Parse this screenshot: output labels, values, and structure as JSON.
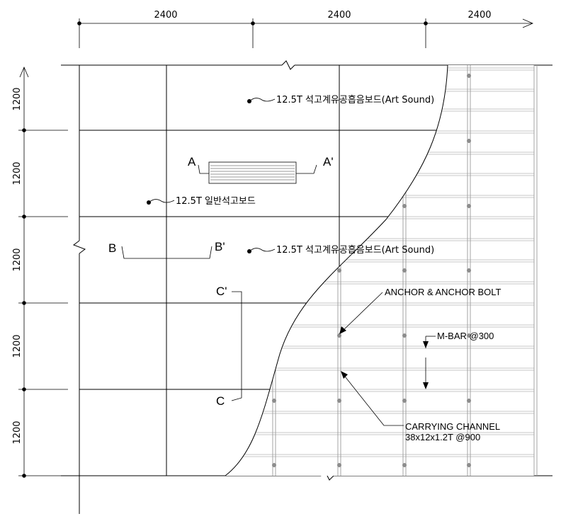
{
  "dimensions": {
    "top": [
      "2400",
      "2400",
      "2400"
    ],
    "left": [
      "1200",
      "1200",
      "1200",
      "1200"
    ]
  },
  "notes": {
    "art_sound_1": "12.5T 석고계유공흡음보드(Art Sound)",
    "art_sound_2": "12.5T 석고계유공흡음보드(Art Sound)",
    "gypsum": "12.5T 일반석고보드"
  },
  "sections": {
    "a": "A",
    "a_prime": "A'",
    "b": "B",
    "b_prime": "B'",
    "c": "C",
    "c_prime": "C'"
  },
  "labels": {
    "anchor": "ANCHOR & ANCHOR BOLT",
    "mbar": "M-BAR @300",
    "carrying_1": "CARRYING CHANNEL",
    "carrying_2": "38x12x1.2T @900"
  }
}
